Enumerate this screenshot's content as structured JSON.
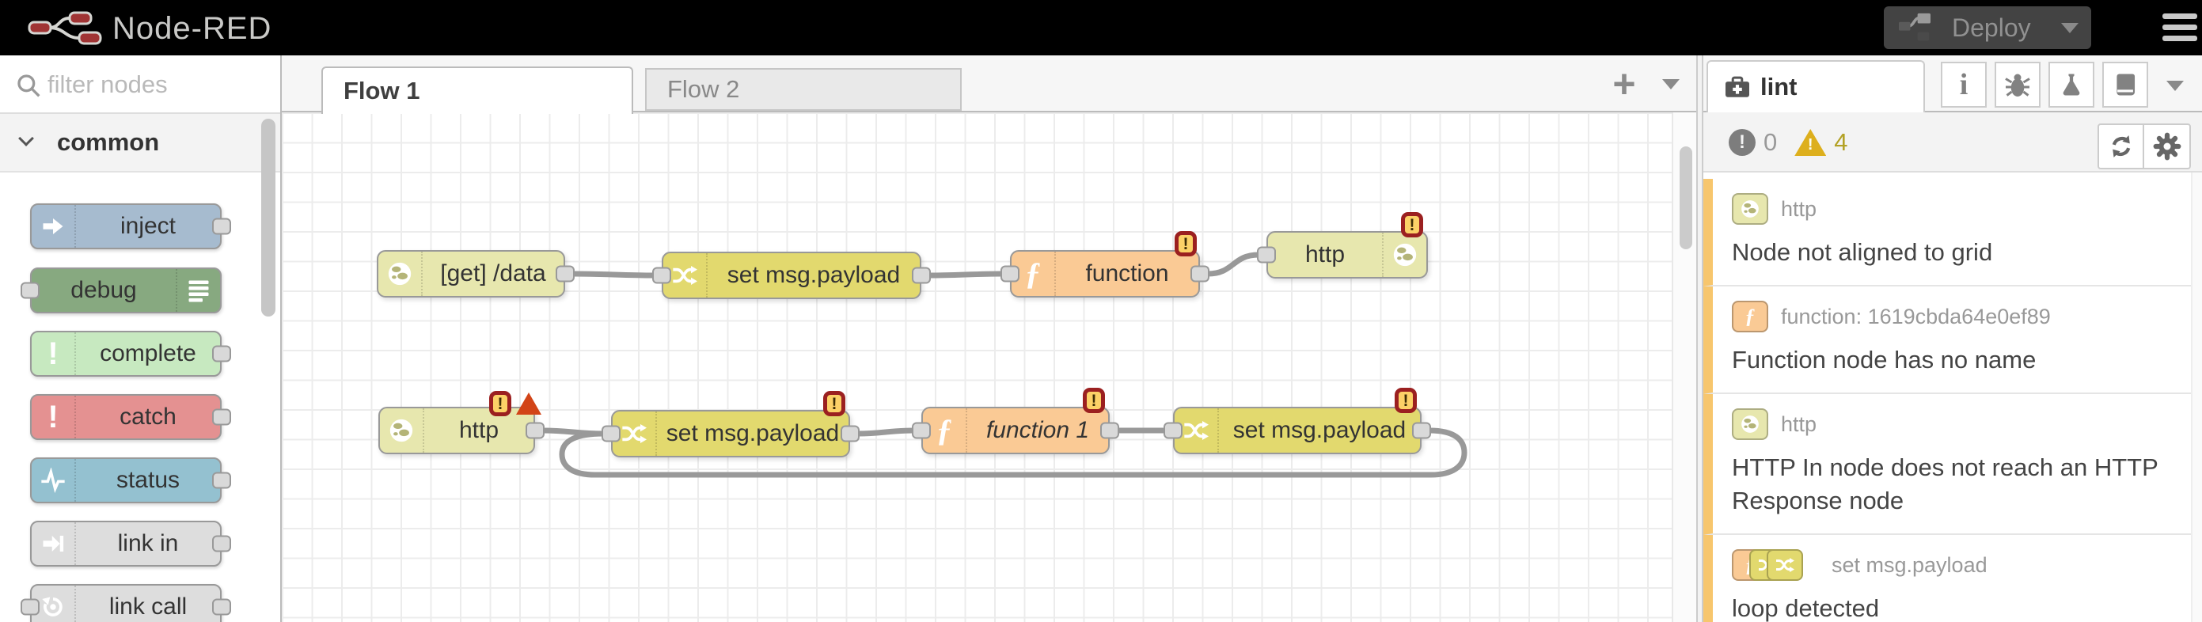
{
  "header": {
    "app_title": "Node-RED",
    "deploy_label": "Deploy"
  },
  "palette": {
    "filter_placeholder": "filter nodes",
    "category": "common",
    "items": [
      {
        "label": "inject"
      },
      {
        "label": "debug"
      },
      {
        "label": "complete"
      },
      {
        "label": "catch"
      },
      {
        "label": "status"
      },
      {
        "label": "link in"
      },
      {
        "label": "link call"
      }
    ]
  },
  "workspace": {
    "tabs": [
      {
        "label": "Flow 1",
        "active": true
      },
      {
        "label": "Flow 2",
        "active": false
      }
    ],
    "add_label": "+",
    "nodes": [
      {
        "label": "[get] /data",
        "type": "http in"
      },
      {
        "label": "set msg.payload",
        "type": "change"
      },
      {
        "label": "function",
        "type": "function"
      },
      {
        "label": "http",
        "type": "http response"
      },
      {
        "label": "http",
        "type": "http in"
      },
      {
        "label": "set msg.payload",
        "type": "change"
      },
      {
        "label": "function 1",
        "type": "function"
      },
      {
        "label": "set msg.payload",
        "type": "change"
      }
    ]
  },
  "sidebar": {
    "tab_label": "lint",
    "error_count": "0",
    "warning_count": "4",
    "issues": [
      {
        "node_label": "http",
        "message": "Node not aligned to grid"
      },
      {
        "node_label": "function: 1619cbda64e0ef89",
        "message": "Function node has no name"
      },
      {
        "node_label": "http",
        "message": "HTTP In node does not reach an HTTP Response node"
      },
      {
        "node_label": "set msg.payload",
        "message": "loop detected"
      }
    ]
  },
  "colors": {
    "header_bg": "#000000",
    "http_in": "#e7e7ae",
    "change": "#e2d96e",
    "function": "#faca95",
    "inject": "#a6bbcf",
    "debug": "#87a980",
    "complete": "#c7e9c0",
    "catch": "#e49191",
    "status": "#94c1d0",
    "link": "#dddddd",
    "wire": "#999999",
    "warning_badge_fill": "#fcd167",
    "warning_badge_border": "#9b2020",
    "error_triangle": "#d24417",
    "lint_warning_bar": "#f7c66d"
  }
}
